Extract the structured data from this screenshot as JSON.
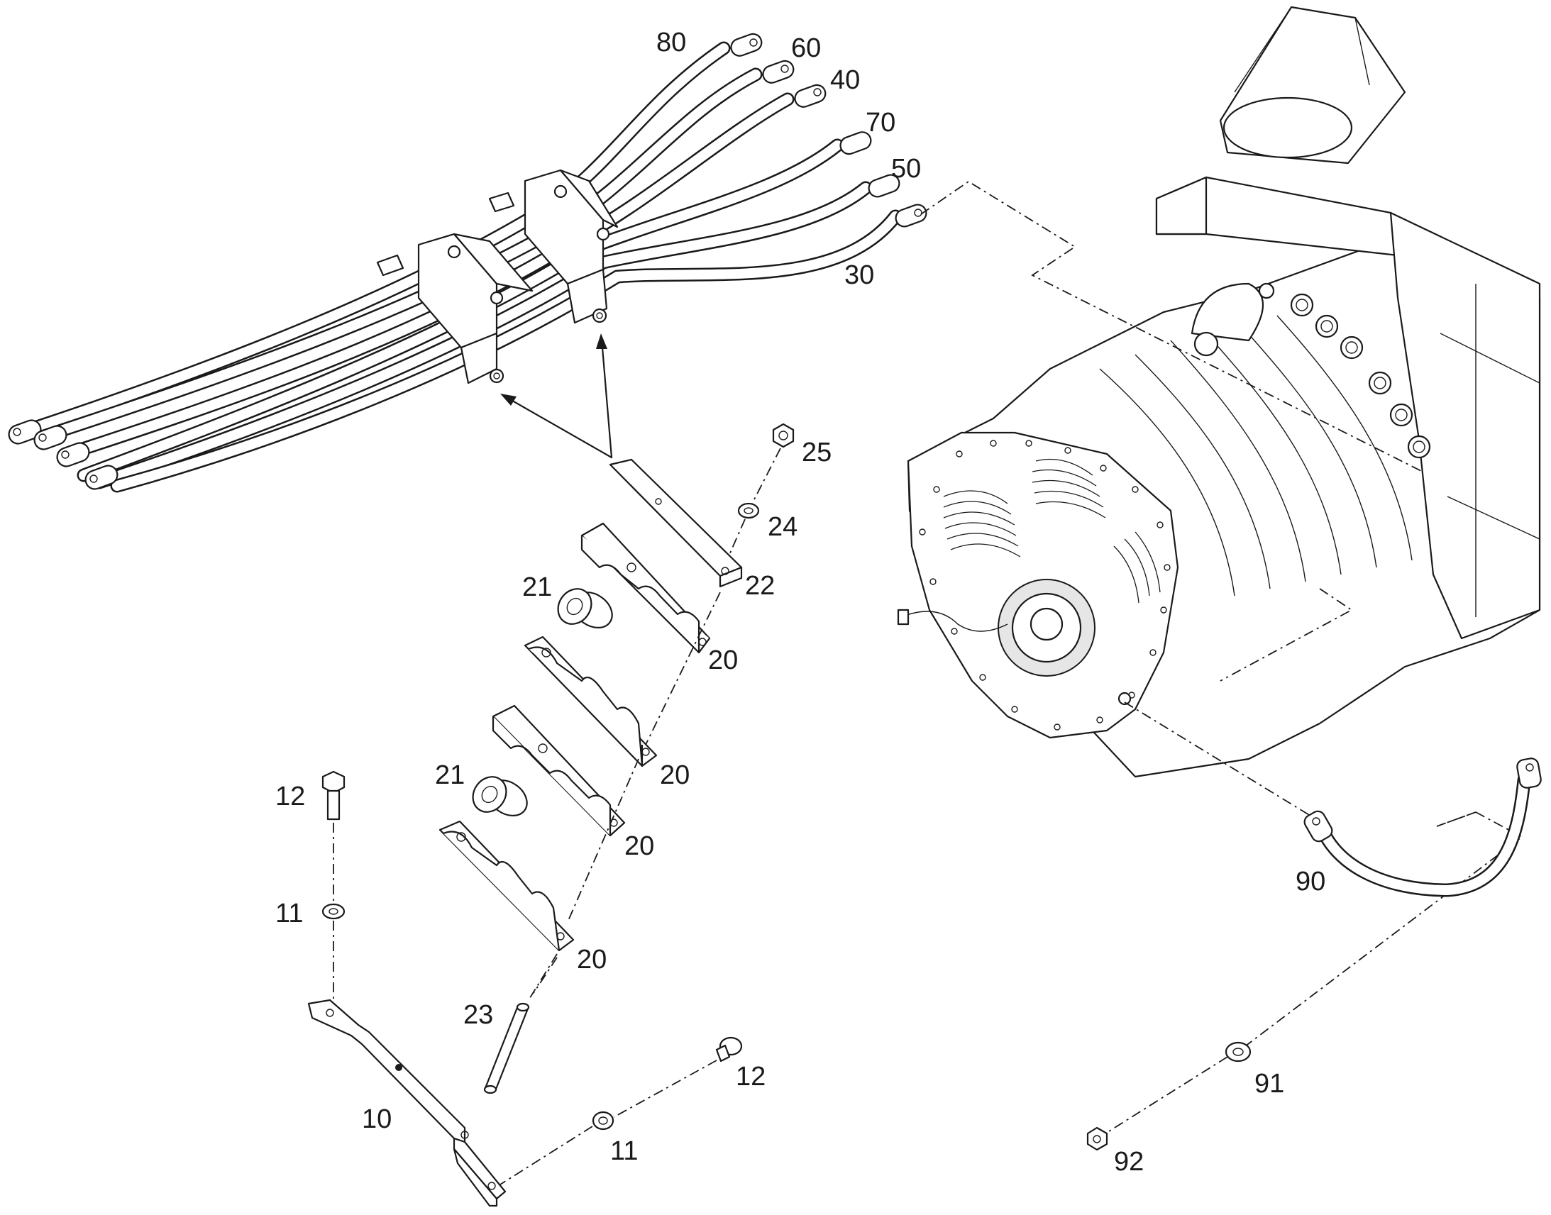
{
  "callouts": {
    "c80": "80",
    "c60": "60",
    "c40": "40",
    "c70": "70",
    "c50": "50",
    "c30": "30",
    "c25": "25",
    "c24": "24",
    "c22": "22",
    "c21a": "21",
    "c20a": "20",
    "c20b": "20",
    "c21b": "21",
    "c20c": "20",
    "c20d": "20",
    "c12a": "12",
    "c11a": "11",
    "c23": "23",
    "c10": "10",
    "c12b": "12",
    "c11b": "11",
    "c90": "90",
    "c91": "91",
    "c92": "92"
  },
  "colors": {
    "line": "#1a1a1a",
    "paper": "#ffffff",
    "shade": "#e6e6e6"
  }
}
